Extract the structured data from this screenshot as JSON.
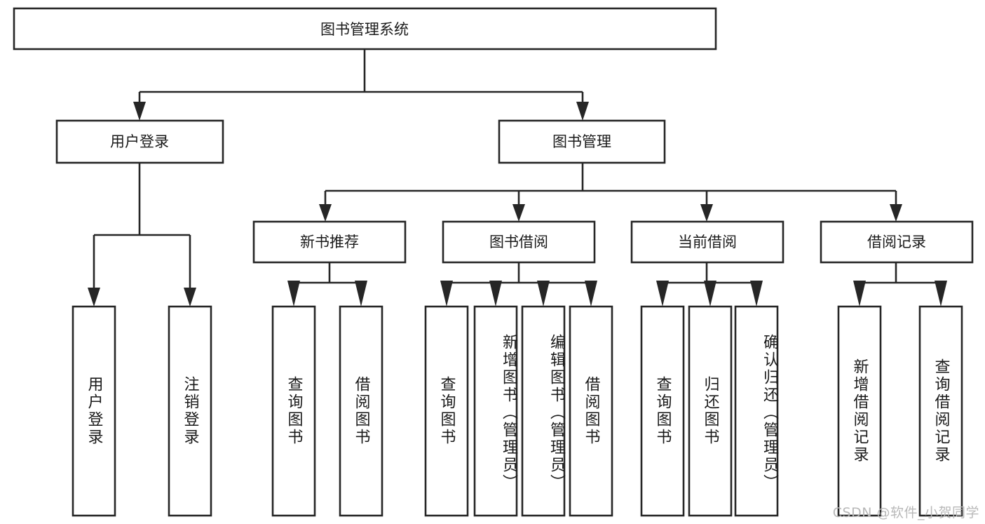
{
  "diagram": {
    "type": "tree-hierarchy",
    "title": "图书管理系统",
    "watermark": "CSDN @软件_小贺同学",
    "colors": {
      "stroke": "#262626",
      "fill": "#ffffff",
      "text": "#1a1a1a",
      "watermark": "#b9b9b9"
    },
    "root": {
      "label": "图书管理系统"
    },
    "level2": [
      {
        "id": "user-login",
        "label": "用户登录"
      },
      {
        "id": "book-manage",
        "label": "图书管理"
      }
    ],
    "level3": [
      {
        "id": "new-book-rec",
        "label": "新书推荐",
        "parent": "book-manage"
      },
      {
        "id": "book-borrow",
        "label": "图书借阅",
        "parent": "book-manage"
      },
      {
        "id": "current-borrow",
        "label": "当前借阅",
        "parent": "book-manage"
      },
      {
        "id": "borrow-record",
        "label": "借阅记录",
        "parent": "book-manage"
      }
    ],
    "leaves": [
      {
        "id": "leaf-user-login",
        "label": "用户登录",
        "parent": "user-login",
        "align": "center"
      },
      {
        "id": "leaf-user-logout",
        "label": "注销登录",
        "parent": "user-login",
        "align": "center"
      },
      {
        "id": "leaf-rec-query-book",
        "label": "查询图书",
        "parent": "new-book-rec",
        "align": "center"
      },
      {
        "id": "leaf-rec-borrow-book",
        "label": "借阅图书",
        "parent": "new-book-rec",
        "align": "center"
      },
      {
        "id": "leaf-borrow-query-book",
        "label": "查询图书",
        "parent": "book-borrow",
        "align": "center"
      },
      {
        "id": "leaf-borrow-add-book",
        "label": "新增图书（管理员）",
        "parent": "book-borrow",
        "align": "top"
      },
      {
        "id": "leaf-borrow-edit-book",
        "label": "编辑图书（管理员）",
        "parent": "book-borrow",
        "align": "top"
      },
      {
        "id": "leaf-borrow-borrow-book",
        "label": "借阅图书",
        "parent": "book-borrow",
        "align": "center"
      },
      {
        "id": "leaf-current-query-book",
        "label": "查询图书",
        "parent": "current-borrow",
        "align": "center"
      },
      {
        "id": "leaf-current-return-book",
        "label": "归还图书",
        "parent": "current-borrow",
        "align": "center"
      },
      {
        "id": "leaf-current-confirm-return",
        "label": "确认归还（管理员）",
        "parent": "current-borrow",
        "align": "top"
      },
      {
        "id": "leaf-record-add",
        "label": "新增借阅记录",
        "parent": "borrow-record",
        "align": "center"
      },
      {
        "id": "leaf-record-query",
        "label": "查询借阅记录",
        "parent": "borrow-record",
        "align": "center"
      }
    ]
  }
}
